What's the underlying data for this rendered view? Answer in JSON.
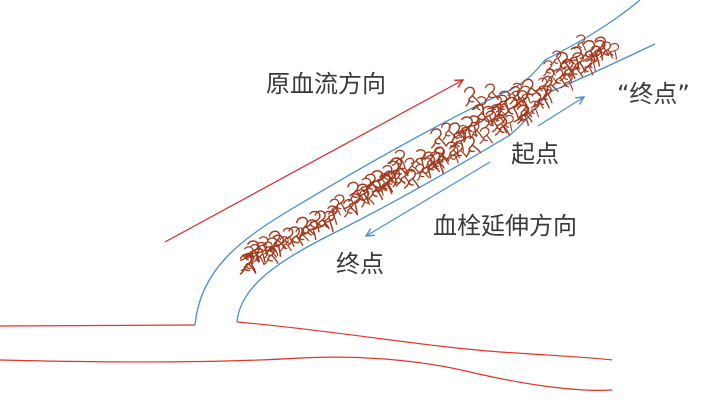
{
  "labels": {
    "original_flow": "原血流方向",
    "end_quoted": "“终点”",
    "start": "起点",
    "extension": "血栓延伸方向",
    "end": "终点"
  },
  "colors": {
    "vessel_wall": "#4a8ed0",
    "lower_vessel": "#e0352b",
    "flow_arrow": "#d8282a",
    "thrombus": "#a23a1e",
    "direction_arrow": "#4a8ed0",
    "label_text": "#3a3a3a"
  }
}
